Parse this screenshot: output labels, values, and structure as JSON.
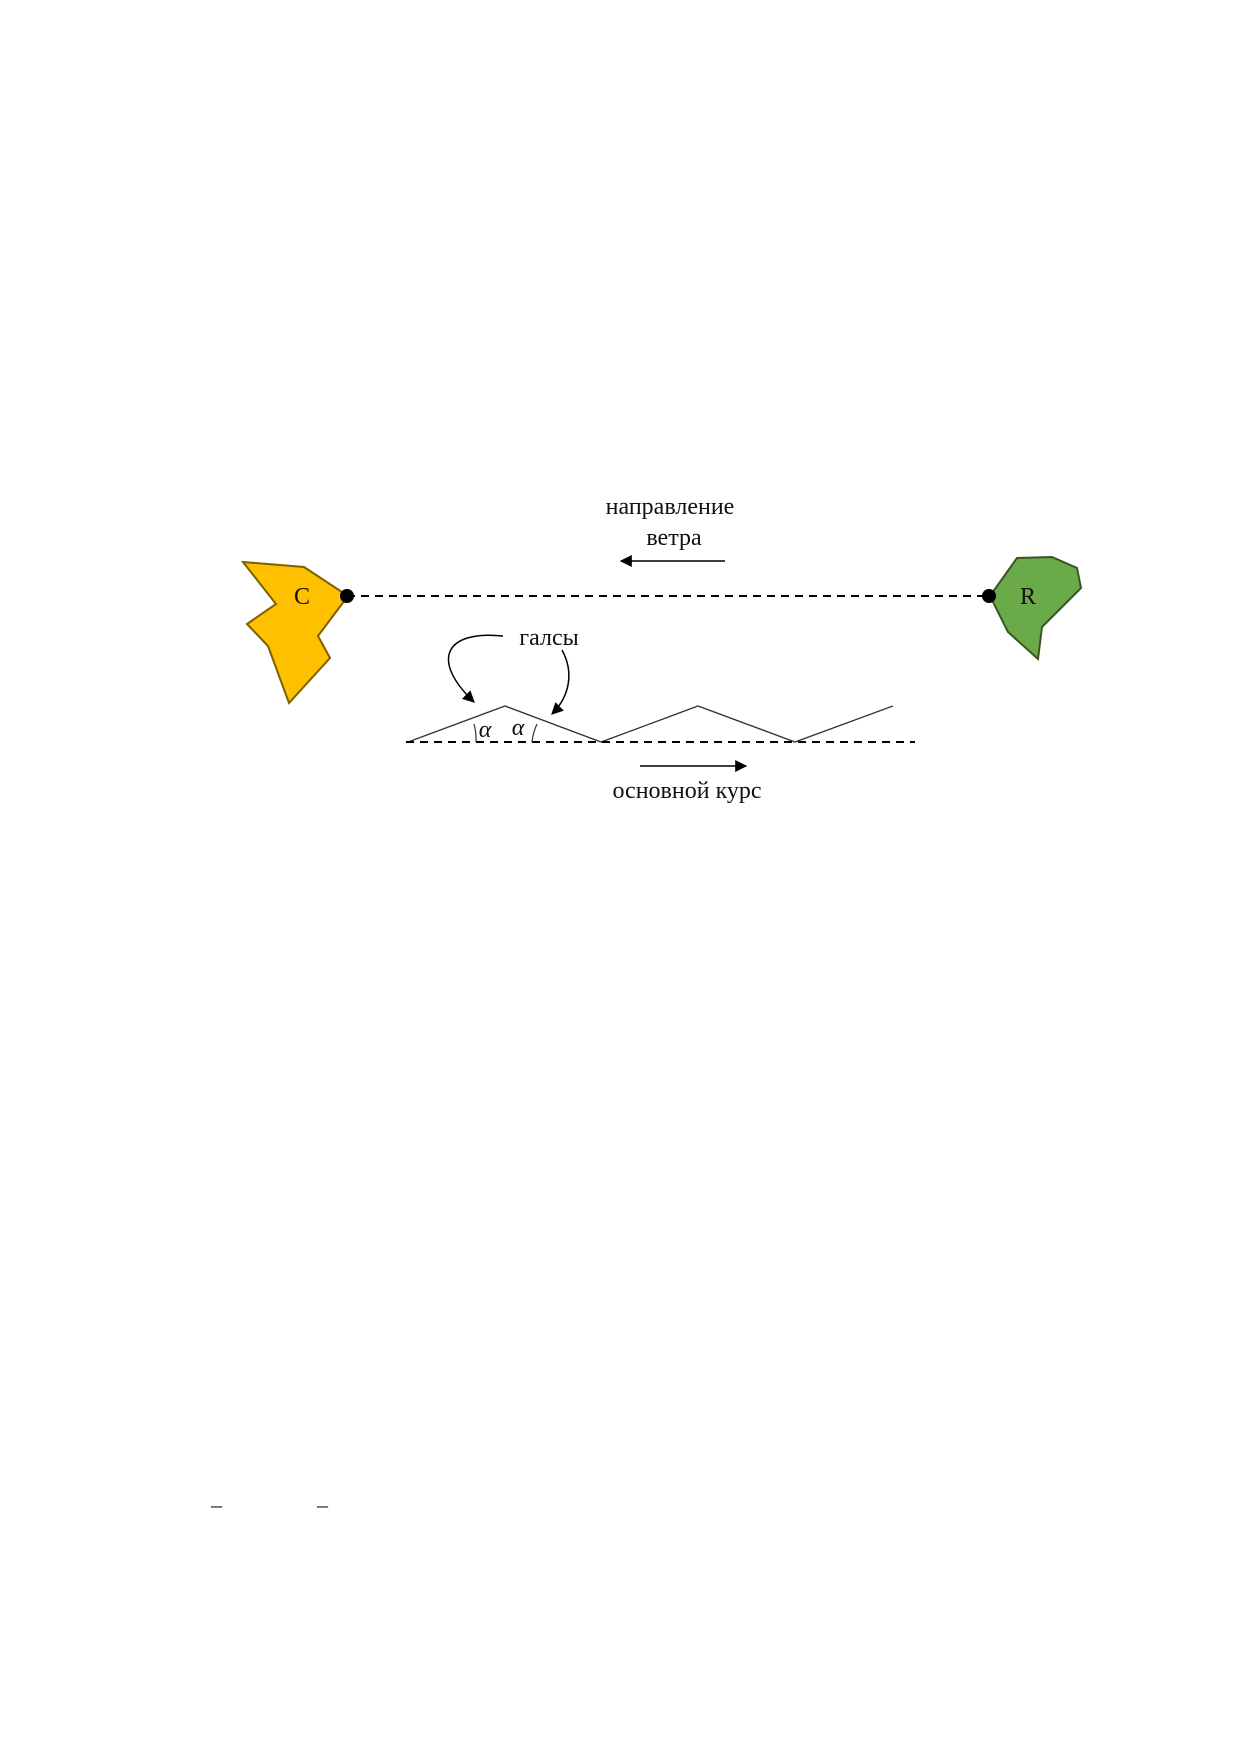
{
  "diagram": {
    "wind_label_line1": "направление",
    "wind_label_line2": "ветра",
    "tacks_label": "галсы",
    "course_label": "основной курс",
    "start_label": "C",
    "end_label": "R",
    "angle_label_left": "α",
    "angle_label_right": "α",
    "colors": {
      "start_region_fill": "#FFC000",
      "start_region_stroke": "#7F6000",
      "end_region_fill": "#6AAA48",
      "end_region_stroke": "#385723",
      "lines": "#000000"
    }
  },
  "footer": {
    "dash_left": "–",
    "dash_right": "–"
  }
}
